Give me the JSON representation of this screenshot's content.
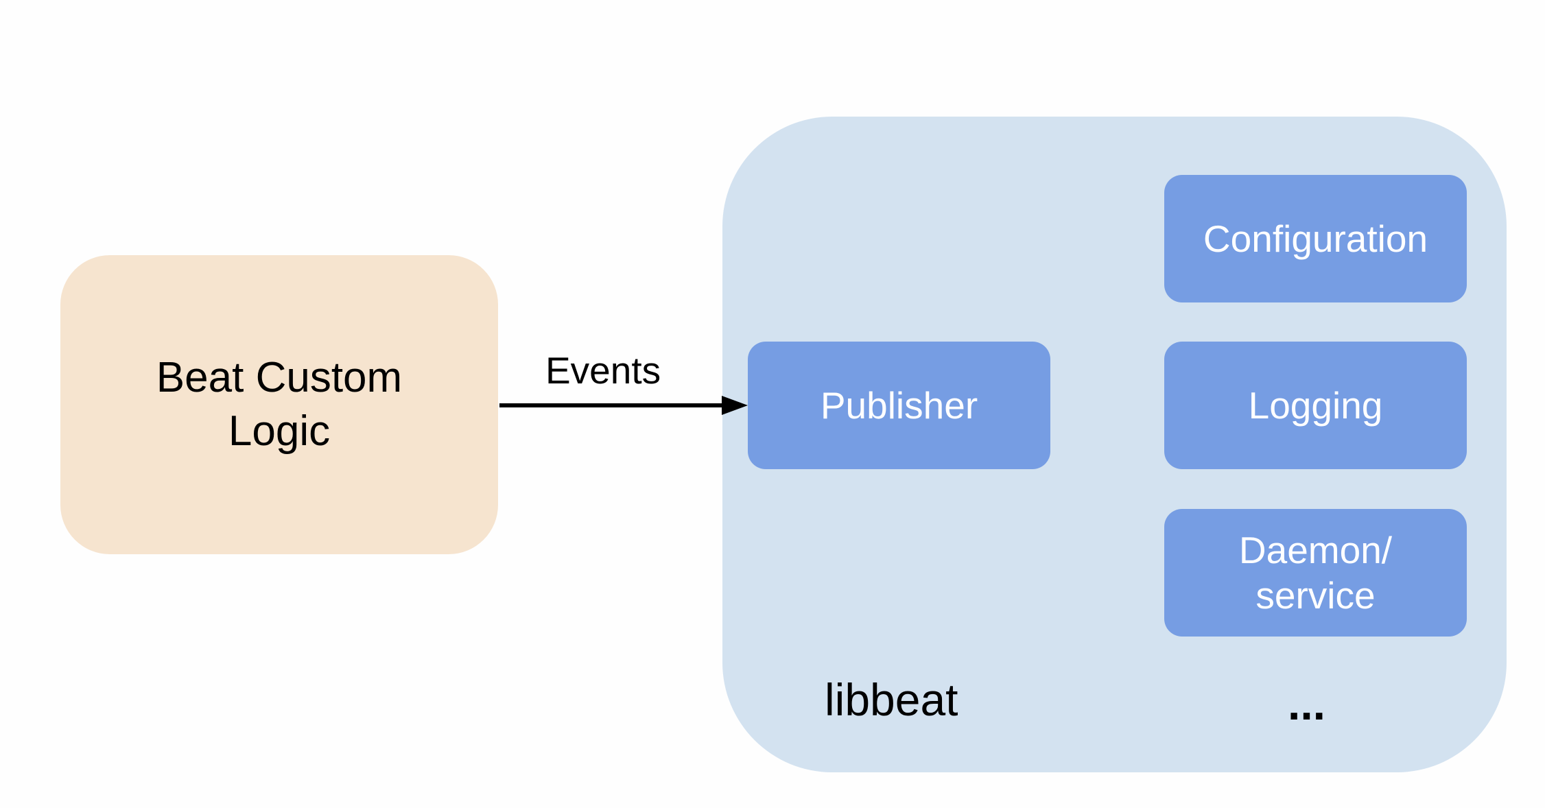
{
  "nodes": {
    "custom_logic": {
      "line1": "Beat Custom",
      "line2": "Logic"
    },
    "publisher": "Publisher",
    "configuration": "Configuration",
    "logging": "Logging",
    "daemon": {
      "line1": "Daemon/",
      "line2": "service"
    }
  },
  "container_label": "libbeat",
  "more_label": "...",
  "edge_label": "Events",
  "colors": {
    "custom_logic_fill": "#f6e4cf",
    "libbeat_fill": "#d3e2f0",
    "module_fill": "#769de3",
    "module_text": "#ffffff",
    "arrow": "#000000"
  }
}
